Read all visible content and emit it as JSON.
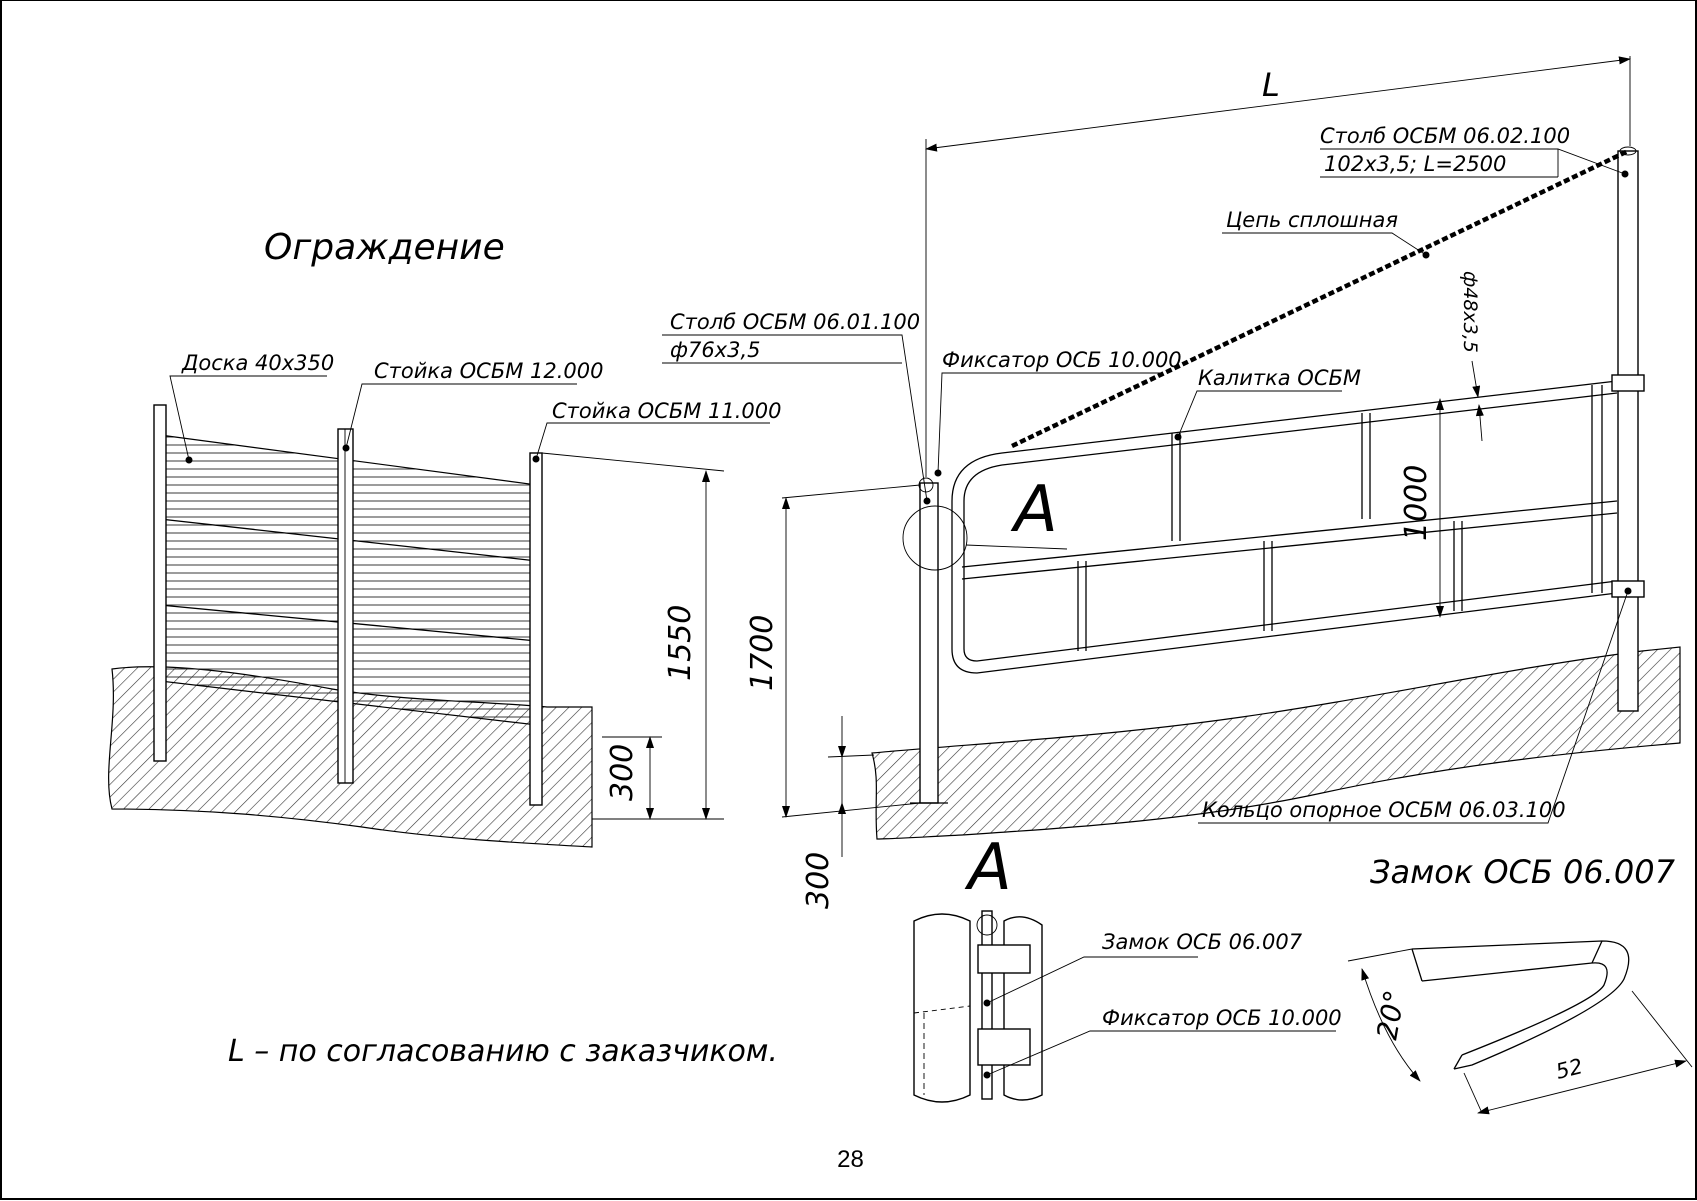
{
  "fence": {
    "title": "Ограждение",
    "board_label": "Доска 40х350",
    "post_label_1": "Стойка ОСБМ 12.000",
    "post_label_2": "Стойка ОСБМ 11.000",
    "dim_height": "1550",
    "dim_depth": "300"
  },
  "gate": {
    "dim_length": "L",
    "post_far_label_1": "Столб ОСБМ 06.02.100",
    "post_far_label_2": "102х3,5;  L=2500",
    "chain_label": "Цепь сплошная",
    "pipe_dim": "ф48х3,5",
    "post_near_label_1": "Столб ОСБМ 06.01.100",
    "post_near_label_2": "ф76х3,5",
    "latch_label": "Фиксатор ОСБ 10.000",
    "gate_label": "Калитка ОСБМ",
    "detail_marker": "А",
    "dim_gate_height": "1000",
    "dim_post_height": "1700",
    "dim_post_depth": "300",
    "ring_label": "Кольцо опорное ОСБМ 06.03.100"
  },
  "detail": {
    "title": "А",
    "lock_label": "Замок ОСБ 06.007",
    "latch_label": "Фиксатор ОСБ 10.000"
  },
  "lock_part": {
    "title": "Замок ОСБ 06.007",
    "angle": "20°",
    "length": "52"
  },
  "note": "L – по согласованию с заказчиком.",
  "page_number": "28"
}
